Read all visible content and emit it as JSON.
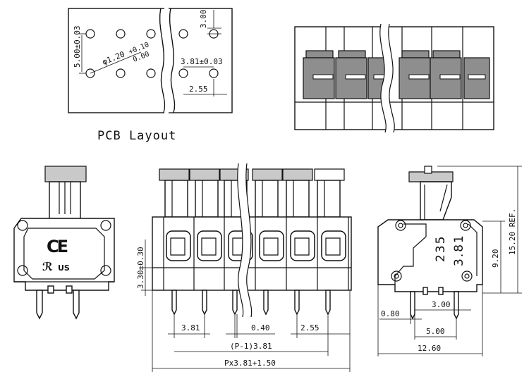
{
  "pcb": {
    "title": "PCB Layout",
    "dim_pitch_y": "3.00",
    "dim_row": "5.00±0.03",
    "dim_hole": "φ1.20",
    "dim_hole_tol_plus": "+0.10",
    "dim_hole_tol_minus": "0.00",
    "dim_pitch_x": "3.81±0.03",
    "dim_offset": "2.55"
  },
  "front": {
    "dim_height": "3.30±0.30",
    "dim_pitch": "3.81",
    "dim_pin": "0.40",
    "dim_offset": "2.55",
    "dim_span_inner": "(P-1)3.81",
    "dim_span_outer": "Px3.81+1.50"
  },
  "side_left": {
    "mark_ce": "CE",
    "mark_ul": "US"
  },
  "side_right": {
    "marking_1": "235",
    "marking_2": "3.81",
    "dim_total_height": "15.20 REF.",
    "dim_body_height": "9.20",
    "dim_pin_w": "0.80",
    "dim_pin_x": "3.00",
    "dim_pin_gap": "5.00",
    "dim_width": "12.60"
  },
  "colors": {
    "line": "#111111",
    "dark_fill": "#8e8e8e",
    "light_fill": "#c9c9c9"
  }
}
